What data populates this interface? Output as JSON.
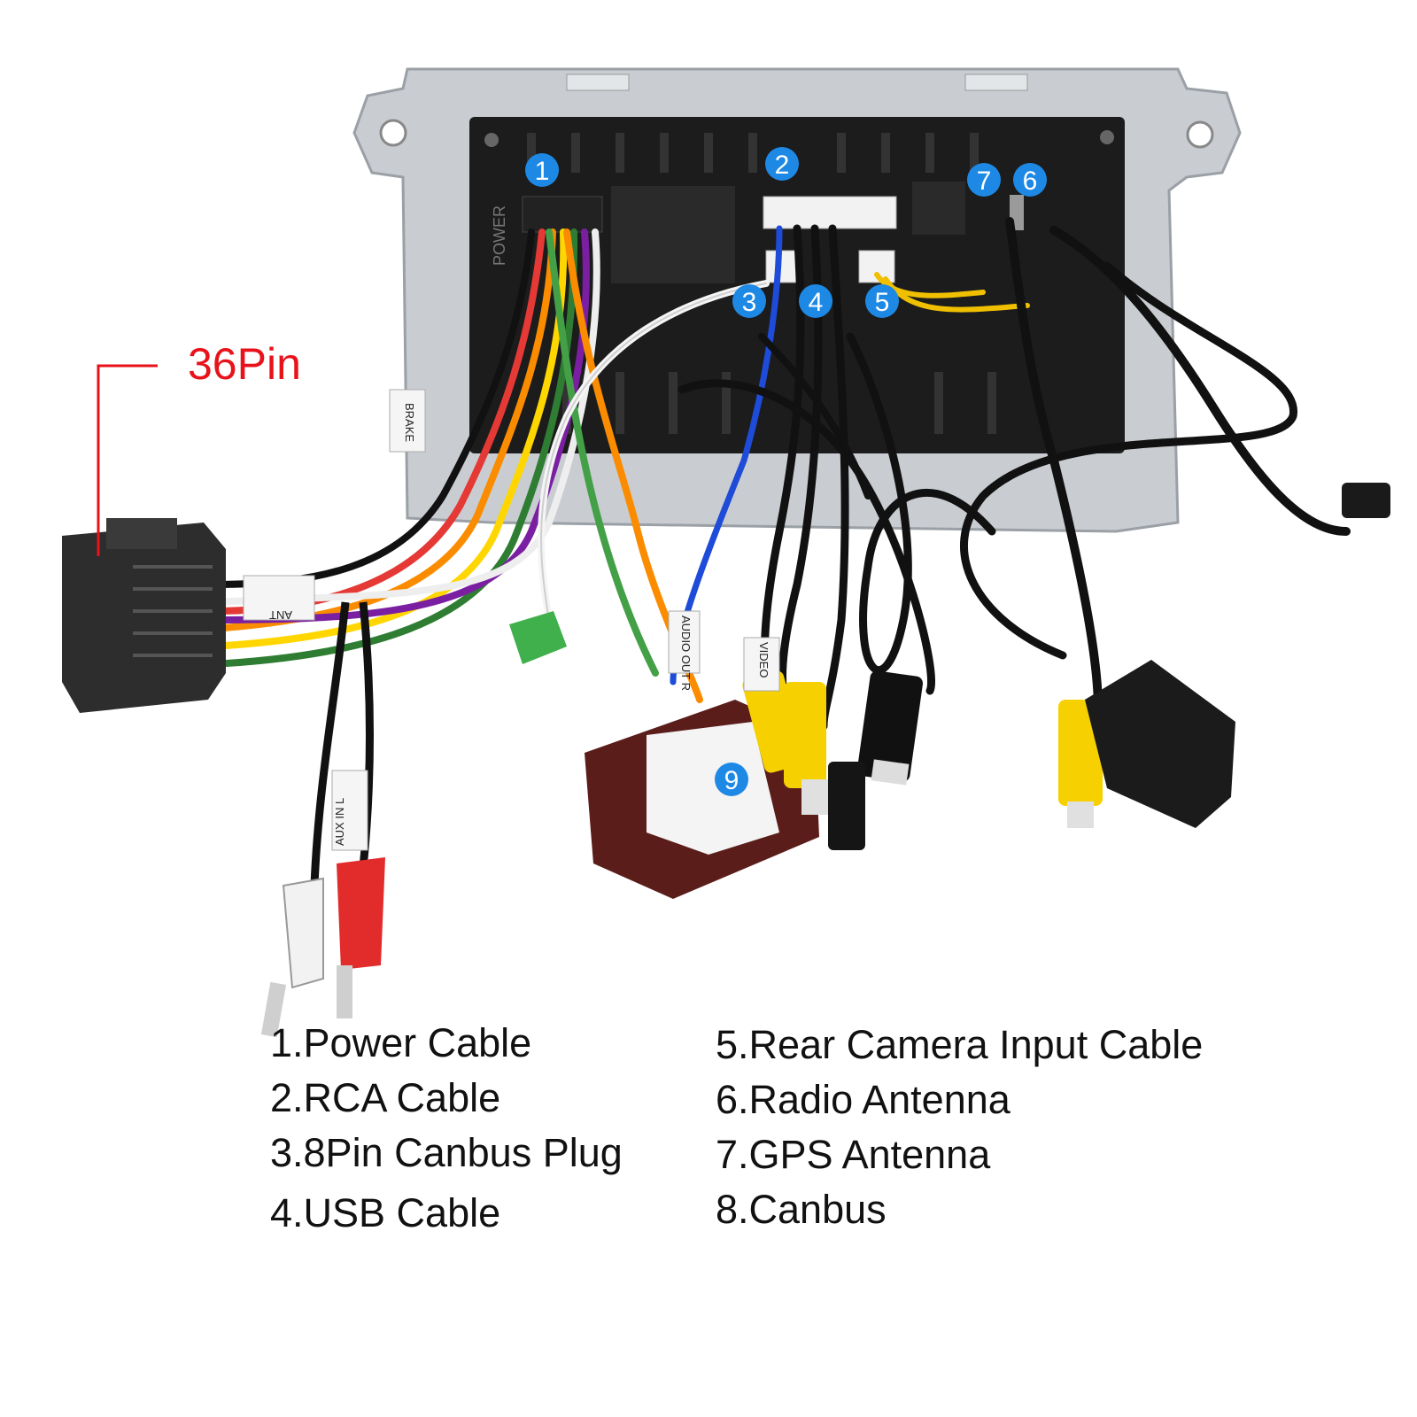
{
  "connector_label": "36Pin",
  "badges": [
    "1",
    "2",
    "3",
    "4",
    "5",
    "6",
    "7",
    "9"
  ],
  "legend_left": [
    "1.Power Cable",
    "2.RCA Cable",
    "3.8Pin Canbus Plug",
    "4.USB Cable"
  ],
  "legend_right": [
    "5.Rear Camera Input Cable",
    "6.Radio Antenna",
    "7.GPS Antenna",
    "8.Canbus"
  ],
  "tags": {
    "power_port": "POWER",
    "brake": "BRAKE",
    "aux_in": "AUX IN L",
    "audio_out": "AUDIO OUT R",
    "video": "VIDEO",
    "ant": "ANT"
  },
  "colors": {
    "badge_blue": "#1e88e5",
    "label_red": "#e8121a",
    "frame_silver": "#c9cdd1",
    "unit_black": "#1c1c1c",
    "canbus_box": "#5a1d1a"
  }
}
